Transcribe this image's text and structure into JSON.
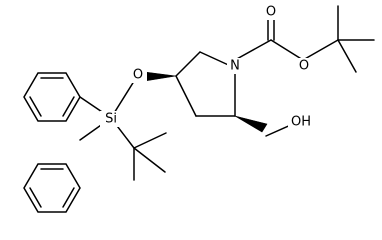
{
  "labels": {
    "o_carbonyl": "O",
    "o_ester": "O",
    "n": "N",
    "o_ether": "O",
    "si": "Si",
    "oh": "OH"
  },
  "colors": {
    "ink": "#000000",
    "background": "#ffffff"
  }
}
